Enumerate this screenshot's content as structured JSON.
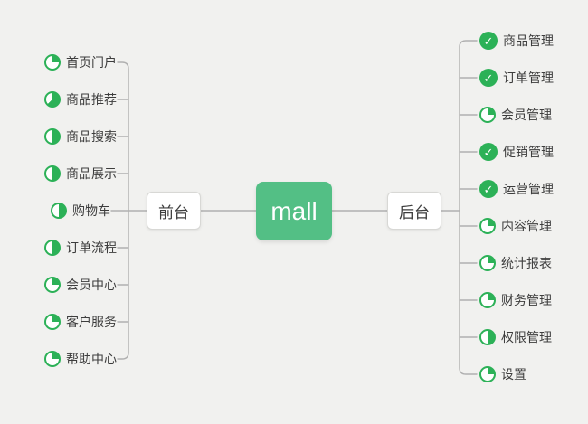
{
  "colors": {
    "background": "#f1f1ef",
    "line": "#b0b0b0",
    "node_green": "#53bf85",
    "icon_green": "#2cb157",
    "text": "#3d3d3d"
  },
  "root": {
    "label": "mall"
  },
  "branches": {
    "left": {
      "label": "前台",
      "items": [
        {
          "label": "首页门户",
          "icon": {
            "type": "pie",
            "name": "progress-25-icon",
            "percent": 25
          }
        },
        {
          "label": "商品推荐",
          "icon": {
            "type": "pie",
            "name": "progress-62-icon",
            "percent": 62.5
          }
        },
        {
          "label": "商品搜索",
          "icon": {
            "type": "pie",
            "name": "progress-50-icon",
            "percent": 50
          }
        },
        {
          "label": "商品展示",
          "icon": {
            "type": "pie",
            "name": "progress-50-icon",
            "percent": 50
          }
        },
        {
          "label": "购物车",
          "icon": {
            "type": "pie",
            "name": "progress-50-icon",
            "percent": 50
          }
        },
        {
          "label": "订单流程",
          "icon": {
            "type": "pie",
            "name": "progress-50-icon",
            "percent": 50
          }
        },
        {
          "label": "会员中心",
          "icon": {
            "type": "pie",
            "name": "progress-25-icon",
            "percent": 25
          }
        },
        {
          "label": "客户服务",
          "icon": {
            "type": "pie",
            "name": "progress-25-icon",
            "percent": 25
          }
        },
        {
          "label": "帮助中心",
          "icon": {
            "type": "pie",
            "name": "progress-25-icon",
            "percent": 25
          }
        }
      ]
    },
    "right": {
      "label": "后台",
      "items": [
        {
          "label": "商品管理",
          "icon": {
            "type": "check",
            "name": "check-done-icon",
            "glyph": "✓"
          }
        },
        {
          "label": "订单管理",
          "icon": {
            "type": "check",
            "name": "check-done-icon",
            "glyph": "✓"
          }
        },
        {
          "label": "会员管理",
          "icon": {
            "type": "pie",
            "name": "progress-25-icon",
            "percent": 25
          }
        },
        {
          "label": "促销管理",
          "icon": {
            "type": "check",
            "name": "check-done-icon",
            "glyph": "✓"
          }
        },
        {
          "label": "运营管理",
          "icon": {
            "type": "check",
            "name": "check-done-icon",
            "glyph": "✓"
          }
        },
        {
          "label": "内容管理",
          "icon": {
            "type": "pie",
            "name": "progress-25-icon",
            "percent": 25
          }
        },
        {
          "label": "统计报表",
          "icon": {
            "type": "pie",
            "name": "progress-25-icon",
            "percent": 25
          }
        },
        {
          "label": "财务管理",
          "icon": {
            "type": "pie",
            "name": "progress-25-icon",
            "percent": 25
          }
        },
        {
          "label": "权限管理",
          "icon": {
            "type": "pie",
            "name": "progress-50-icon",
            "percent": 50
          }
        },
        {
          "label": "设置",
          "icon": {
            "type": "pie",
            "name": "progress-25-icon",
            "percent": 25
          }
        }
      ]
    }
  }
}
